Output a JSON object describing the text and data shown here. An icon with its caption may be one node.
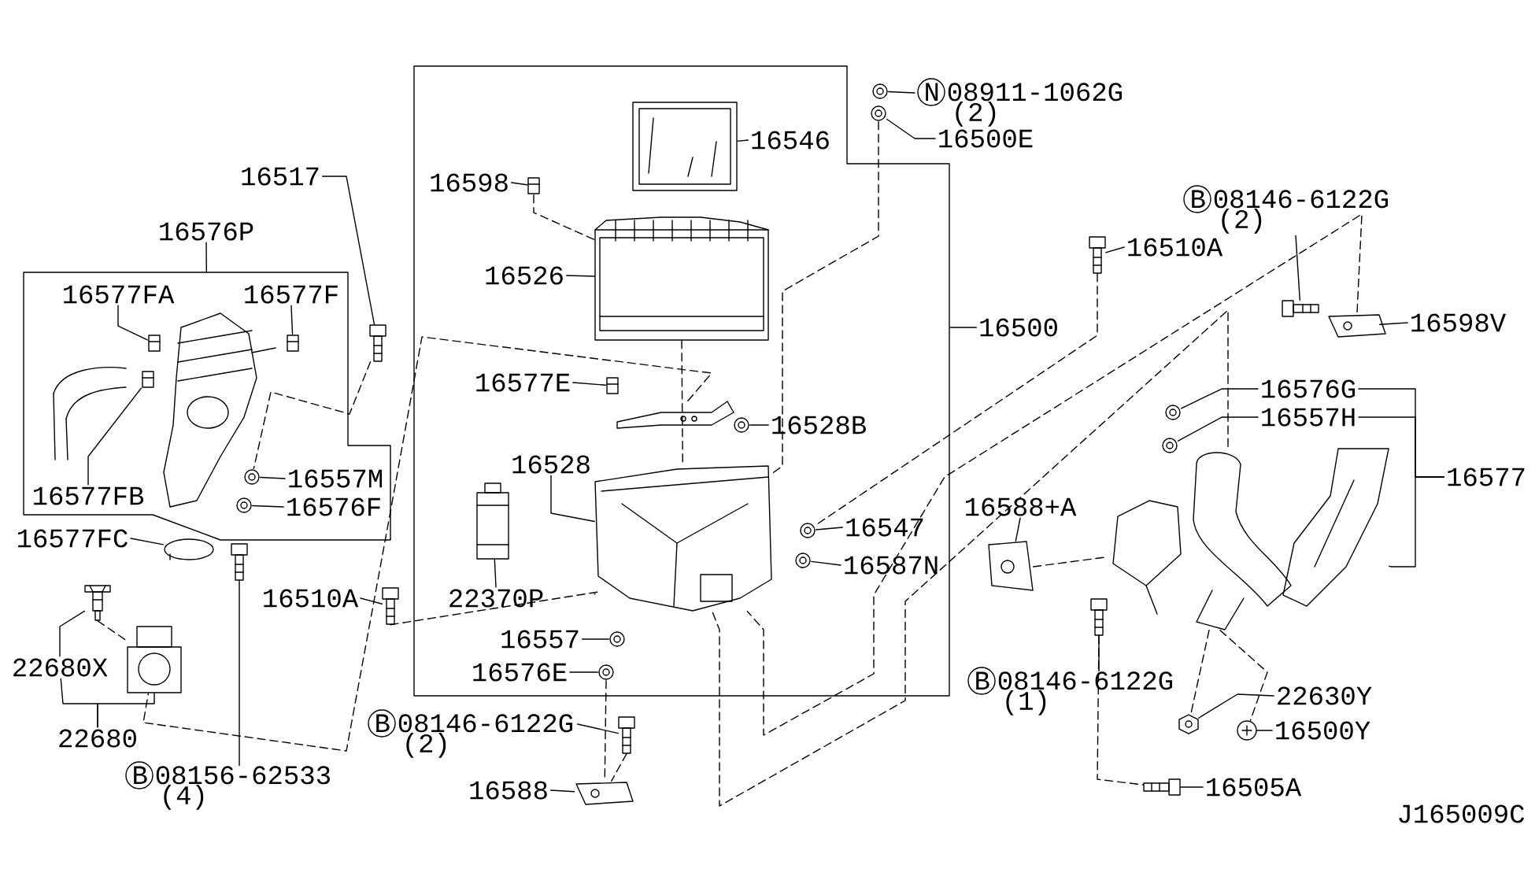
{
  "diagram": {
    "nodes": [
      {
        "text": [],
        "shape": "box"
      },
      {
        "text": [],
        "shape": "box"
      },
      {
        "text": [
          "16517"
        ]
      },
      {
        "text": [
          "16576P"
        ]
      },
      {
        "text": [
          "16577FA"
        ],
        "in": 0
      },
      {
        "text": [
          "16577F"
        ],
        "in": 0
      },
      {
        "text": [
          "16577FB"
        ],
        "in": 0
      },
      {
        "text": [
          "16557M"
        ],
        "in": 0
      },
      {
        "text": [
          "16576F"
        ],
        "in": 0
      },
      {
        "text": [
          "16577FC"
        ]
      },
      {
        "text": [
          "22680X"
        ]
      },
      {
        "text": [
          "22680"
        ]
      },
      {
        "text": [
          "16510A"
        ]
      },
      {
        "text": [
          "B",
          "08156-62533",
          "(4)"
        ]
      },
      {
        "text": [
          "16598"
        ],
        "in": 1
      },
      {
        "text": [
          "16546"
        ],
        "in": 1
      },
      {
        "text": [
          "16526"
        ],
        "in": 1
      },
      {
        "text": [
          "16577E"
        ],
        "in": 1
      },
      {
        "text": [
          "16528B"
        ],
        "in": 1
      },
      {
        "text": [
          "16528"
        ],
        "in": 1
      },
      {
        "text": [
          "22370P"
        ],
        "in": 1
      },
      {
        "text": [
          "16557"
        ],
        "in": 1
      },
      {
        "text": [
          "16576E"
        ],
        "in": 1
      },
      {
        "text": [
          "B",
          "08146-6122G",
          "(2)"
        ]
      },
      {
        "text": [
          "16588"
        ]
      },
      {
        "text": [
          "16547"
        ],
        "in": 1
      },
      {
        "text": [
          "16587N"
        ],
        "in": 1
      },
      {
        "text": [
          "N",
          "08911-1062G",
          "(2)"
        ]
      },
      {
        "text": [
          "16500E"
        ]
      },
      {
        "text": [
          "16500"
        ]
      },
      {
        "text": [
          "16510A"
        ]
      },
      {
        "text": [
          "B",
          "08146-6122G",
          "(2)"
        ]
      },
      {
        "text": [
          "16598V"
        ]
      },
      {
        "text": [
          "16576G"
        ]
      },
      {
        "text": [
          "16557H"
        ]
      },
      {
        "text": [
          "16577"
        ]
      },
      {
        "text": [
          "16588+A"
        ]
      },
      {
        "text": [
          "B",
          "08146-6122G",
          "(1)"
        ]
      },
      {
        "text": [
          "22630Y"
        ]
      },
      {
        "text": [
          "16500Y"
        ]
      },
      {
        "text": [
          "16505A"
        ]
      },
      {
        "text": [],
        "shape": "picture"
      },
      {
        "text": [],
        "shape": "picture",
        "in": 0
      },
      {
        "text": [],
        "shape": "picture",
        "in": 0
      },
      {
        "text": [],
        "shape": "picture",
        "in": 0
      },
      {
        "text": [],
        "shape": "picture",
        "in": 0
      },
      {
        "text": [],
        "shape": "picture",
        "in": 0
      },
      {
        "text": [],
        "shape": "picture"
      },
      {
        "text": [],
        "shape": "picture"
      },
      {
        "text": [],
        "shape": "picture"
      },
      {
        "text": [],
        "shape": "picture"
      },
      {
        "text": [],
        "shape": "picture"
      },
      {
        "text": [],
        "shape": "picture",
        "in": 1
      },
      {
        "text": [],
        "shape": "picture",
        "in": 1
      },
      {
        "text": [],
        "shape": "picture",
        "in": 1
      },
      {
        "text": [],
        "shape": "picture",
        "in": 1
      },
      {
        "text": [],
        "shape": "picture",
        "in": 1
      },
      {
        "text": [],
        "shape": "picture",
        "in": 1
      },
      {
        "text": [],
        "shape": "picture",
        "in": 1
      },
      {
        "text": [],
        "shape": "picture",
        "in": 1
      },
      {
        "text": [],
        "shape": "picture",
        "in": 1
      },
      {
        "text": [],
        "shape": "picture"
      },
      {
        "text": [],
        "shape": "picture"
      },
      {
        "text": [],
        "shape": "picture",
        "in": 1
      },
      {
        "text": [],
        "shape": "picture",
        "in": 1
      },
      {
        "text": [],
        "shape": "picture"
      },
      {
        "text": [],
        "shape": "picture"
      },
      {
        "text": [],
        "shape": "picture"
      },
      {
        "text": [],
        "shape": "picture"
      },
      {
        "text": [],
        "shape": "picture"
      },
      {
        "text": [],
        "shape": "picture"
      },
      {
        "text": [],
        "shape": "picture"
      },
      {
        "text": [],
        "shape": "picture"
      },
      {
        "text": [],
        "shape": "picture"
      },
      {
        "text": [],
        "shape": "picture"
      },
      {
        "text": [],
        "shape": "picture"
      },
      {
        "text": [],
        "shape": "picture"
      },
      {
        "text": [],
        "shape": "picture"
      },
      {
        "text": [],
        "shape": "picture",
        "in": 1
      }
    ],
    "edges": [
      {
        "from": 2,
        "to": 41,
        "arrow": "none"
      },
      {
        "from": 3,
        "to": 0,
        "arrow": "none"
      },
      {
        "from": 4,
        "to": 42,
        "arrow": "none"
      },
      {
        "from": 5,
        "to": 43,
        "arrow": "none"
      },
      {
        "from": 6,
        "to": 44,
        "arrow": "none"
      },
      {
        "from": 7,
        "to": 45,
        "arrow": "none"
      },
      {
        "from": 8,
        "to": 46,
        "arrow": "none"
      },
      {
        "from": 9,
        "to": 47,
        "arrow": "none"
      },
      {
        "from": 10,
        "to": 48,
        "arrow": "none"
      },
      {
        "from": 11,
        "to": 10,
        "arrow": "none"
      },
      {
        "from": 11,
        "to": 49,
        "arrow": "none"
      },
      {
        "from": 12,
        "to": 50,
        "arrow": "none"
      },
      {
        "from": 13,
        "to": 51,
        "arrow": "none"
      },
      {
        "from": 14,
        "to": 52,
        "arrow": "none"
      },
      {
        "from": 15,
        "to": 53,
        "arrow": "none"
      },
      {
        "from": 16,
        "to": 54,
        "arrow": "none"
      },
      {
        "from": 17,
        "to": 55,
        "arrow": "none"
      },
      {
        "from": 18,
        "to": 56,
        "arrow": "none"
      },
      {
        "from": 19,
        "to": 57,
        "arrow": "none"
      },
      {
        "from": 20,
        "to": 58,
        "arrow": "none"
      },
      {
        "from": 21,
        "to": 59,
        "arrow": "none"
      },
      {
        "from": 22,
        "to": 60,
        "arrow": "none"
      },
      {
        "from": 23,
        "to": 61,
        "arrow": "none"
      },
      {
        "from": 24,
        "to": 62,
        "arrow": "none"
      },
      {
        "from": 25,
        "to": 63,
        "arrow": "none"
      },
      {
        "from": 26,
        "to": 64,
        "arrow": "none"
      },
      {
        "from": 27,
        "to": 65,
        "arrow": "none"
      },
      {
        "from": 28,
        "to": 66,
        "arrow": "none"
      },
      {
        "from": 29,
        "to": 1,
        "arrow": "none"
      },
      {
        "from": 30,
        "to": 67,
        "arrow": "none"
      },
      {
        "from": 31,
        "to": 68,
        "arrow": "none"
      },
      {
        "from": 32,
        "to": 69,
        "arrow": "none"
      },
      {
        "from": 33,
        "to": 70,
        "arrow": "none"
      },
      {
        "from": 34,
        "to": 71,
        "arrow": "none"
      },
      {
        "from": 35,
        "to": 33,
        "arrow": "none"
      },
      {
        "from": 35,
        "to": 34,
        "arrow": "none"
      },
      {
        "from": 35,
        "to": 72,
        "arrow": "none"
      },
      {
        "from": 36,
        "to": 73,
        "arrow": "none"
      },
      {
        "from": 37,
        "to": 74,
        "arrow": "none"
      },
      {
        "from": 38,
        "to": 75,
        "arrow": "none"
      },
      {
        "from": 39,
        "to": 76,
        "arrow": "none"
      },
      {
        "from": 40,
        "to": 77,
        "arrow": "none"
      },
      {
        "from": 41,
        "to": 45,
        "arrow": "none",
        "style": "dashed"
      },
      {
        "from": 78,
        "to": 49,
        "arrow": "none",
        "style": "dashed"
      },
      {
        "from": 50,
        "to": 57,
        "arrow": "none",
        "style": "dashed"
      },
      {
        "from": 54,
        "to": 57,
        "arrow": "none",
        "style": "dashed"
      },
      {
        "from": 66,
        "to": 57,
        "arrow": "none",
        "style": "dashed"
      },
      {
        "from": 48,
        "to": 49,
        "arrow": "none",
        "style": "dashed"
      },
      {
        "from": 52,
        "to": 54,
        "arrow": "none",
        "style": "dashed"
      },
      {
        "from": 67,
        "to": 63,
        "arrow": "none",
        "style": "dashed"
      },
      {
        "from": 69,
        "to": 57,
        "arrow": "none",
        "style": "dashed"
      },
      {
        "from": 72,
        "to": 57,
        "arrow": "none",
        "style": "dashed"
      },
      {
        "from": 60,
        "to": 62,
        "arrow": "none",
        "style": "dashed"
      },
      {
        "from": 61,
        "to": 62,
        "arrow": "none",
        "style": "dashed"
      },
      {
        "from": 73,
        "to": 72,
        "arrow": "none",
        "style": "dashed"
      },
      {
        "from": 74,
        "to": 77,
        "arrow": "none",
        "style": "dashed"
      },
      {
        "from": 72,
        "to": 76,
        "arrow": "none",
        "style": "dashed"
      },
      {
        "from": 72,
        "to": 75,
        "arrow": "none",
        "style": "dashed"
      }
    ],
    "labels": [
      "J165009C"
    ]
  }
}
